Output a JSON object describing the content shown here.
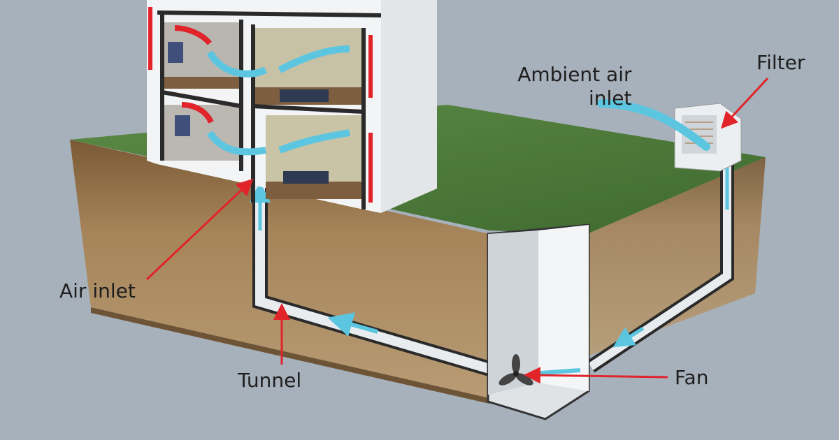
{
  "labels": {
    "ambient_air_inlet_line1": "Ambient air",
    "ambient_air_inlet_line2": "inlet",
    "filter": "Filter",
    "air_inlet": "Air inlet",
    "tunnel": "Tunnel",
    "fan": "Fan"
  },
  "colors": {
    "background": "#a7b1bb",
    "grass": "#4e7a3a",
    "soil": "#9b7a52",
    "wall": "#f1f2f3",
    "cool_air": "#5cc6e0",
    "warm_air": "#e0242a",
    "pointer": "#e0242a"
  }
}
